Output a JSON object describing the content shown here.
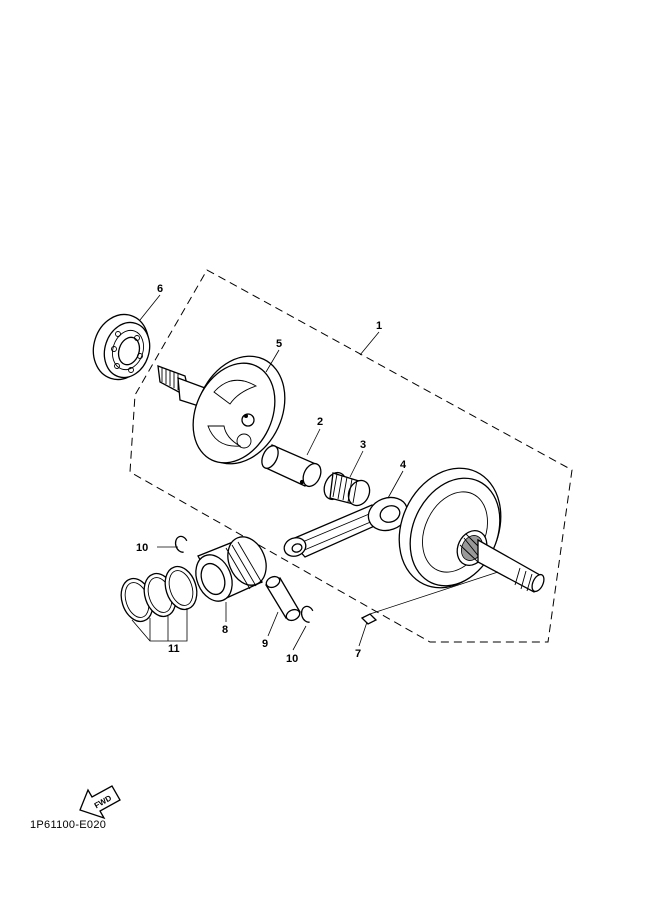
{
  "diagram": {
    "labels": {
      "p1": "1",
      "p2": "2",
      "p3": "3",
      "p4": "4",
      "p5": "5",
      "p6": "6",
      "p7": "7",
      "p8": "8",
      "p9": "9",
      "p10a": "10",
      "p10b": "10",
      "p11": "11"
    },
    "fwd": "FWD",
    "code": "1P61100-E020"
  }
}
